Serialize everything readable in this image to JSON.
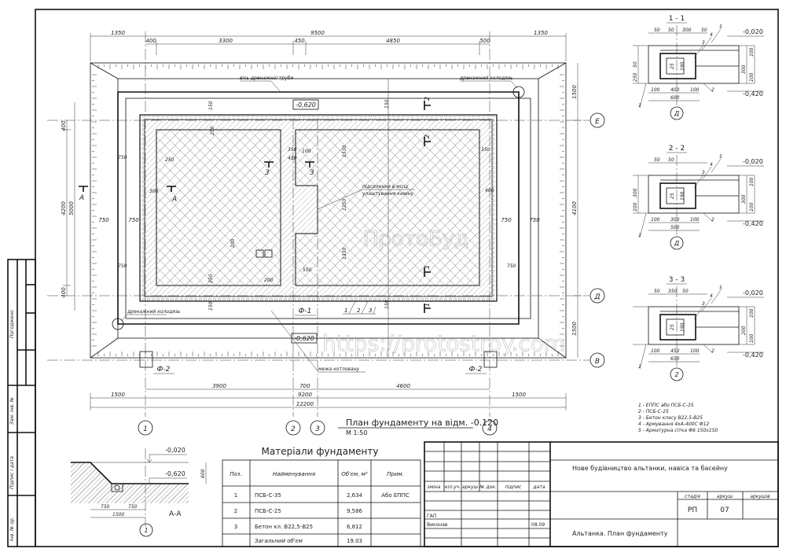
{
  "plan": {
    "title": "План фундаменту на відм. -0.120",
    "scale": "М 1:50",
    "dims_top_outer": [
      "1350",
      "9500",
      "1350"
    ],
    "dims_top_inner": [
      "400",
      "3300",
      "450",
      "4850",
      "500"
    ],
    "dims_bottom_1": [
      "3900",
      "700",
      "4600"
    ],
    "dims_bottom_2": [
      "1500",
      "9200",
      "1500"
    ],
    "dims_bottom_3": "12200",
    "dims_left": [
      "400",
      "4200",
      "400"
    ],
    "dims_left_total": "5000",
    "dims_right": [
      "1500",
      "4100",
      "1500"
    ],
    "side_offsets": [
      "750",
      "750",
      "750",
      "750"
    ],
    "levels": [
      "-0,620",
      "-0,620"
    ],
    "axes_vertical": [
      "1",
      "2",
      "3",
      "4"
    ],
    "axes_horizontal": [
      "Е",
      "Д",
      "В"
    ],
    "labels": {
      "drain_pipe_axis": "вісь дренажної труби",
      "drain_well_1": "дренажний колодязь",
      "drain_well_2": "дренажний колодязь",
      "pit_boundary": "межа котловану",
      "reinforcement_note_1": "підсилення в місці",
      "reinforcement_note_2": "улаштування каміну",
      "f1": "Ф-1",
      "f2_left": "Ф-2",
      "f2_right": "Ф-2",
      "layers": [
        "1",
        "2",
        "3"
      ]
    },
    "inner_dims": [
      "150",
      "150",
      "150",
      "150",
      "250",
      "250",
      "300",
      "350",
      "450",
      "400",
      "1530",
      "1250",
      "1330",
      "200",
      "200",
      "550",
      "350",
      "100",
      "250",
      "750",
      "750",
      "750"
    ],
    "section_marks": [
      "А",
      "А",
      "3",
      "3",
      "2",
      "2",
      "1",
      "1"
    ]
  },
  "section_1_1": {
    "title": "1 - 1",
    "dims_top": [
      "50",
      "50",
      "300",
      "50"
    ],
    "dims_bottom": [
      "100",
      "400",
      "100",
      "600"
    ],
    "dims_left": [
      "50",
      "250"
    ],
    "dims_right": [
      "100",
      "300",
      "100"
    ],
    "inner": [
      "25",
      "190"
    ],
    "levels": [
      "-0,020",
      "-0,420"
    ],
    "axis": "Д",
    "callouts": [
      "5",
      "4",
      "3",
      "2",
      "1"
    ]
  },
  "section_2_2": {
    "title": "2 - 2",
    "dims_top": [
      "50",
      "50"
    ],
    "dims_bottom": [
      "100",
      "300",
      "100",
      "500"
    ],
    "dims_left": [
      "300",
      "100"
    ],
    "dims_right": [
      "100",
      "300",
      "100"
    ],
    "inner": [
      "25",
      "190"
    ],
    "levels": [
      "-0,020",
      "-0,420"
    ],
    "axis": "Д",
    "callouts": [
      "5",
      "4",
      "3",
      "2",
      "1"
    ]
  },
  "section_3_3": {
    "title": "3 - 3",
    "dims_top": [
      "50",
      "350",
      "50"
    ],
    "dims_bottom": [
      "100",
      "450",
      "100",
      "650"
    ],
    "dims_right": [
      "100",
      "200",
      "100"
    ],
    "inner": [
      "25",
      "190"
    ],
    "levels": [
      "-0,020",
      "-0,420"
    ],
    "axis": "2",
    "callouts": [
      "5",
      "4",
      "3",
      "2",
      "1"
    ]
  },
  "notes": [
    "1 - ЕППС або ПСБ-С-35",
    "2 - ПСБ-С-25",
    "3 - Бетон класу В22,5-В25",
    "4 - Армування 4хА-400С Ф12",
    "5 - Арматурна сітка Ф6 150х150"
  ],
  "section_a_a": {
    "title": "А-А",
    "levels": [
      "-0,020",
      "-0,620"
    ],
    "dim_right": "600",
    "dims_bottom": [
      "750",
      "750",
      "1500"
    ],
    "axis": "1"
  },
  "materials": {
    "title": "Матеріали фундаменту",
    "headers": [
      "Поз.",
      "Найменування",
      "Об'єм, м³",
      "Прим."
    ],
    "rows": [
      {
        "pos": "1",
        "name": "ПСБ-С-35",
        "volume": "2,634",
        "note": "Або ЕППС"
      },
      {
        "pos": "2",
        "name": "ПСБ-С-25",
        "volume": "9,586",
        "note": ""
      },
      {
        "pos": "3",
        "name": "Бетон кл. В22,5-В25",
        "volume": "6,812",
        "note": ""
      }
    ],
    "total_label": "Загальний об'єм",
    "total_volume": "19.03"
  },
  "title_block": {
    "project": "Нове будівництво альтанки, навіса та басейну",
    "sheet_title": "Альтанка. План фундаменту",
    "rev_headers": [
      "змінa",
      "кіл.уч.",
      "аркуш",
      "№ док.",
      "підпис",
      "дата"
    ],
    "roles": [
      "ГАП",
      "Виконав"
    ],
    "date": "08.09",
    "stage_headers": [
      "стадія",
      "аркуш",
      "аркушів"
    ],
    "stage": "РП",
    "sheet": "07",
    "sheets": ""
  },
  "side_stamp": [
    "Погоджено",
    "Зам. інв. №",
    "Підпис і дата",
    "Інв. № ор."
  ],
  "watermarks": [
    "https://protostroy.com",
    "ПротоБуд"
  ]
}
